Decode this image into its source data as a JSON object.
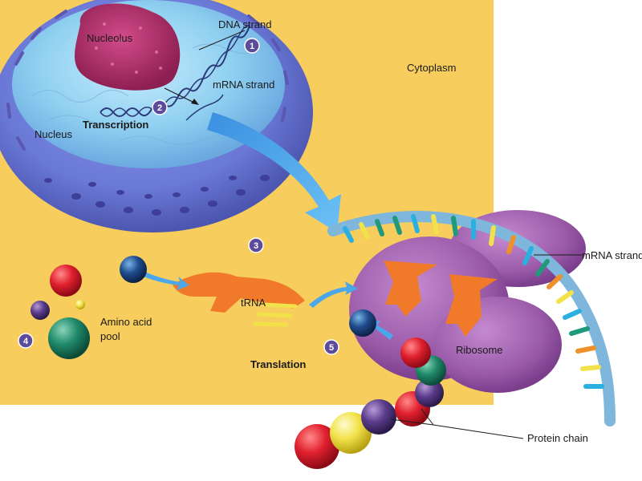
{
  "labels": {
    "nucleolus": "Nucleolus",
    "dna_strand": "DNA strand",
    "cytoplasm": "Cytoplasm",
    "mrna_strand_nucleus": "mRNA strand",
    "nucleus": "Nucleus",
    "transcription": "Transcription",
    "trna": "tRNA",
    "amino_acid_pool_line1": "Amino acid",
    "amino_acid_pool_line2": "pool",
    "translation": "Translation",
    "mrna_strand_ribosome": "mRNA strand",
    "ribosome": "Ribosome",
    "protein_chain": "Protein chain"
  },
  "steps": [
    "1",
    "2",
    "3",
    "4",
    "5"
  ],
  "colors": {
    "cytoplasm": "#f7cd5e",
    "nucleus_outer": "#6a78d6",
    "nucleus_inner": "#8fd0f0",
    "nucleolus": "#b0306a",
    "ribosome": "#9a5aa8",
    "trna": "#f07a2a",
    "mrna_backbone": "#7eb6dc",
    "arrow": "#4aa8ea",
    "step_badge": "#5c4a9a"
  }
}
